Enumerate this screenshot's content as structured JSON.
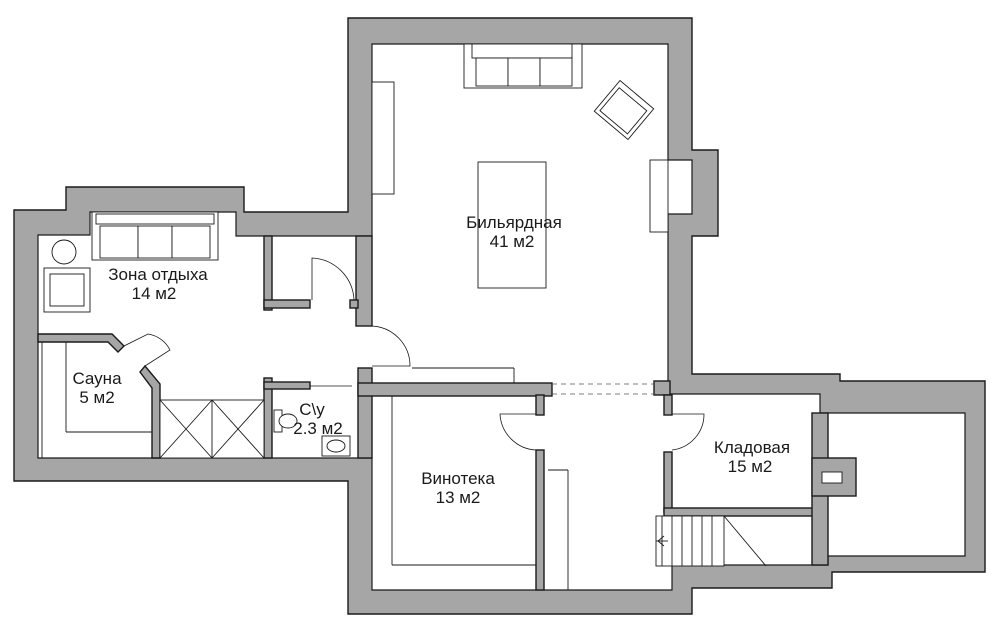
{
  "rooms": [
    {
      "id": "billiard",
      "name": "Бильярдная",
      "area": "41 м2"
    },
    {
      "id": "lounge",
      "name": "Зона отдыха",
      "area": "14 м2"
    },
    {
      "id": "sauna",
      "name": "Сауна",
      "area": "5 м2"
    },
    {
      "id": "wc",
      "name": "С\\у",
      "area": "2.3 м2"
    },
    {
      "id": "wine",
      "name": "Винотека",
      "area": "13 м2"
    },
    {
      "id": "storage",
      "name": "Кладовая",
      "area": "15 м2"
    }
  ]
}
